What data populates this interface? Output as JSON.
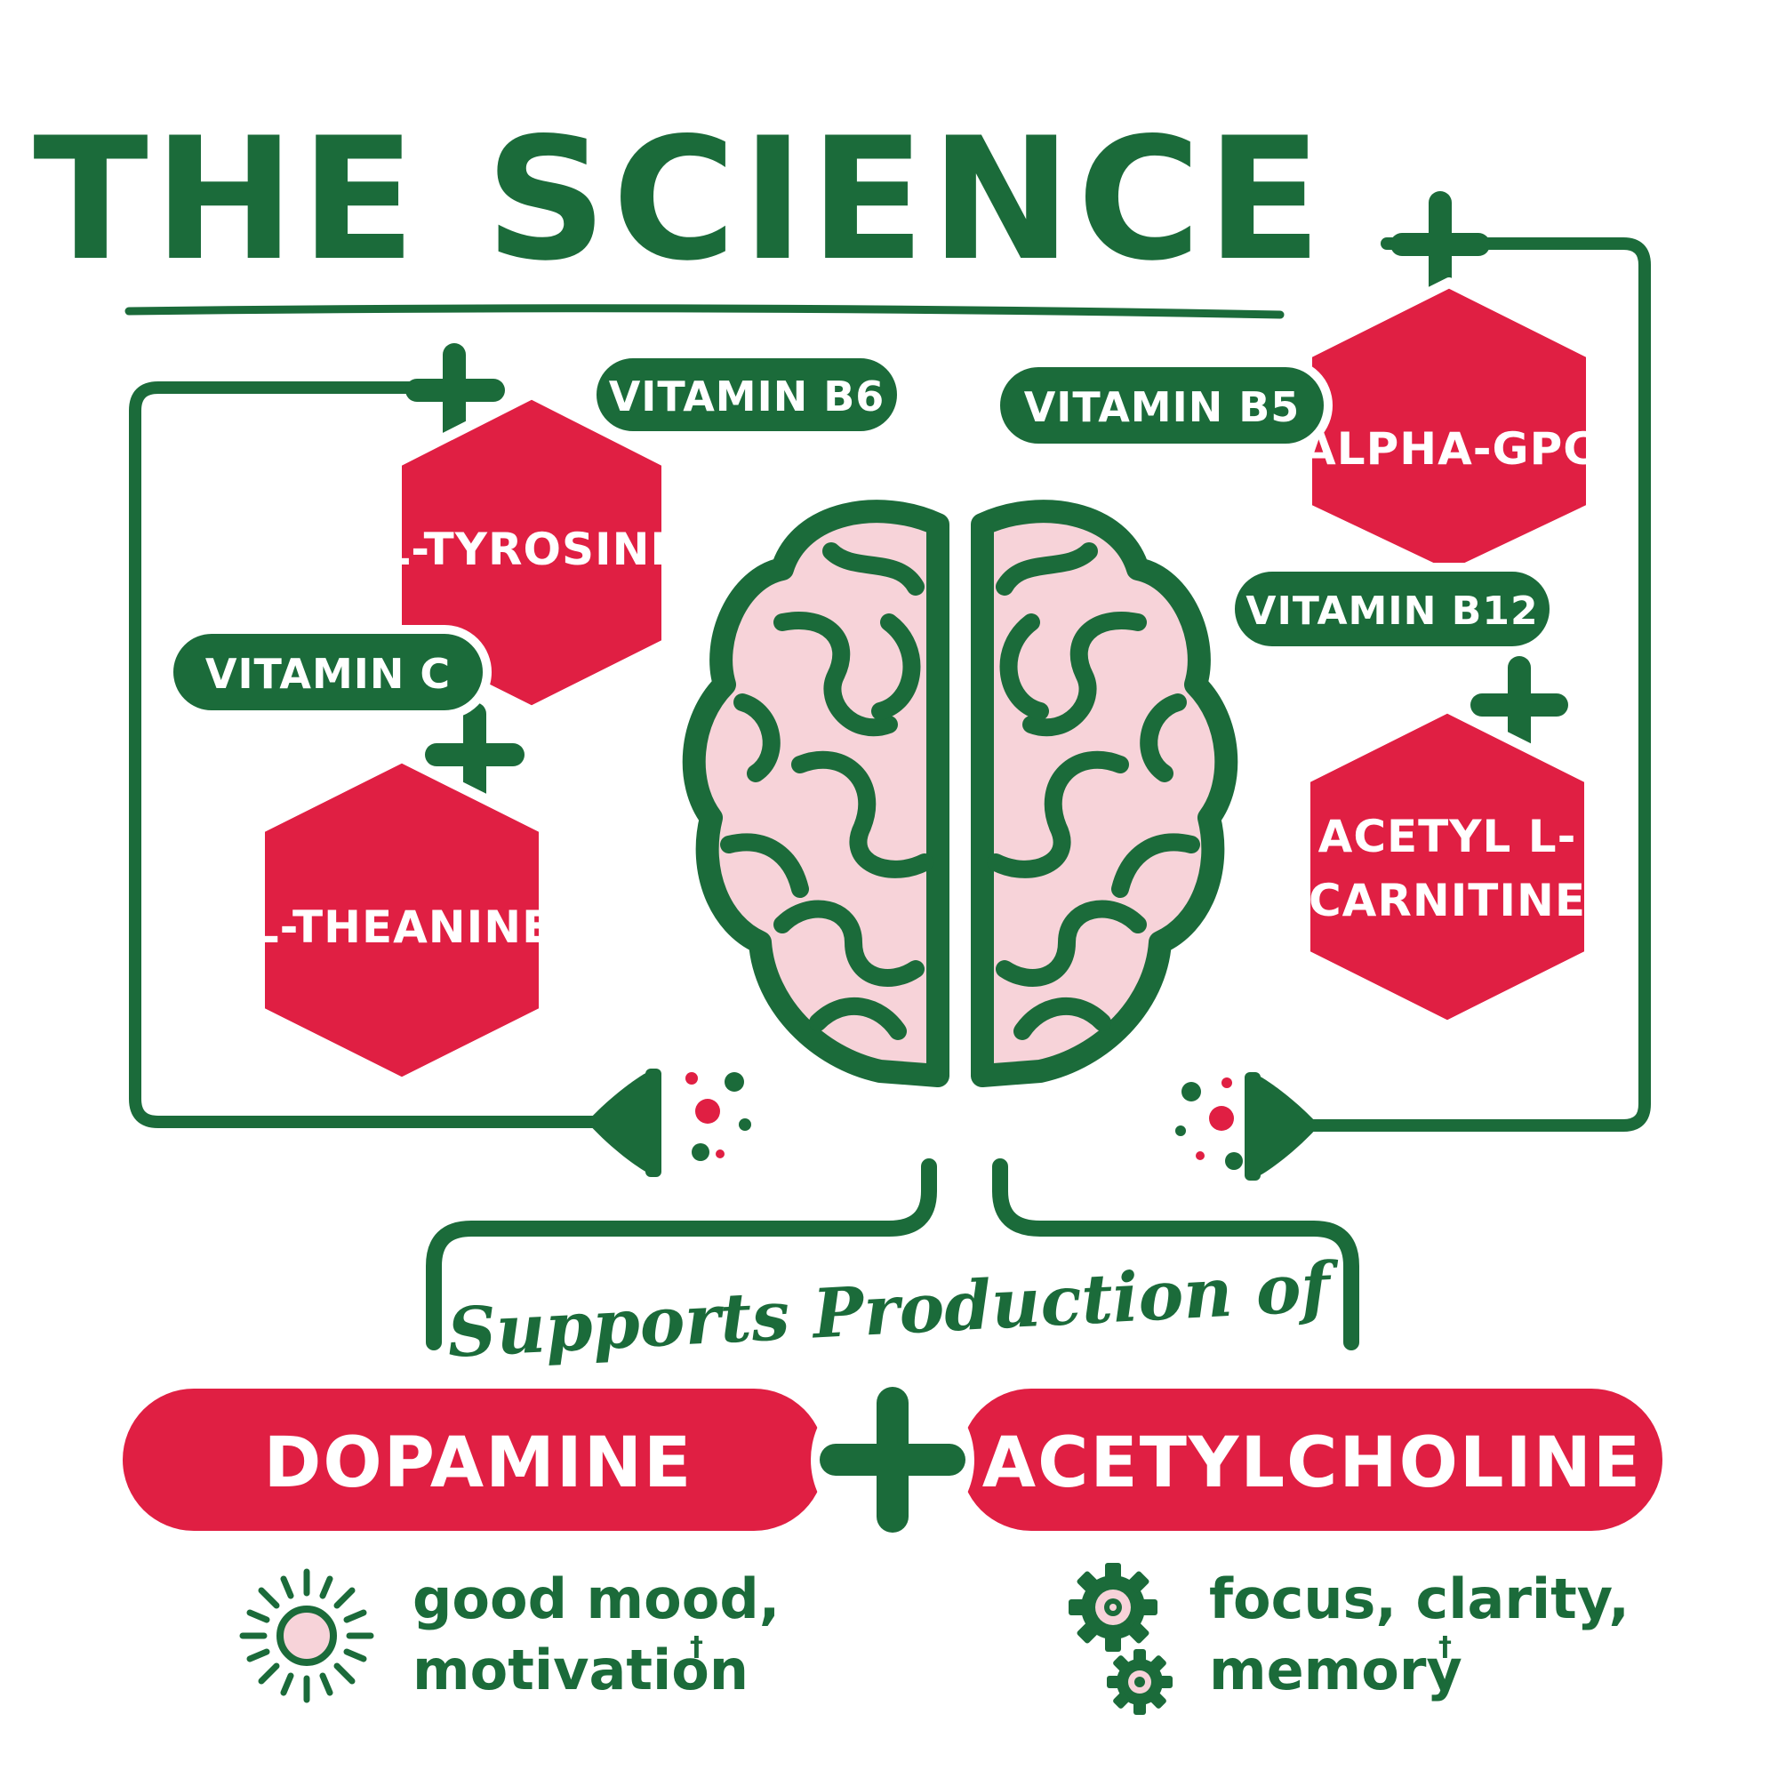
{
  "title": "THE SCIENCE",
  "colors": {
    "green": "#1b6b3a",
    "red": "#e01f43",
    "pink": "#f7d3d9",
    "white": "#ffffff"
  },
  "left_group": {
    "hexagons": [
      "L-TYROSINE",
      "L-THEANINE"
    ],
    "vitamins": [
      "VITAMIN B6",
      "VITAMIN C"
    ]
  },
  "right_group": {
    "hexagons": [
      "ALPHA-GPC",
      "ACETYL L-",
      "CARNITINE"
    ],
    "vitamins": [
      "VITAMIN B5",
      "VITAMIN B12"
    ]
  },
  "subtitle": "Supports Production of",
  "outputs": {
    "left": "DOPAMINE",
    "right": "ACETYLCHOLINE"
  },
  "benefits": {
    "left": {
      "icon": "sun-icon",
      "line1": "good mood,",
      "line2": "motivation",
      "mark": "†"
    },
    "right": {
      "icon": "gears-icon",
      "line1": "focus, clarity,",
      "line2": "memory",
      "mark": "†"
    }
  }
}
